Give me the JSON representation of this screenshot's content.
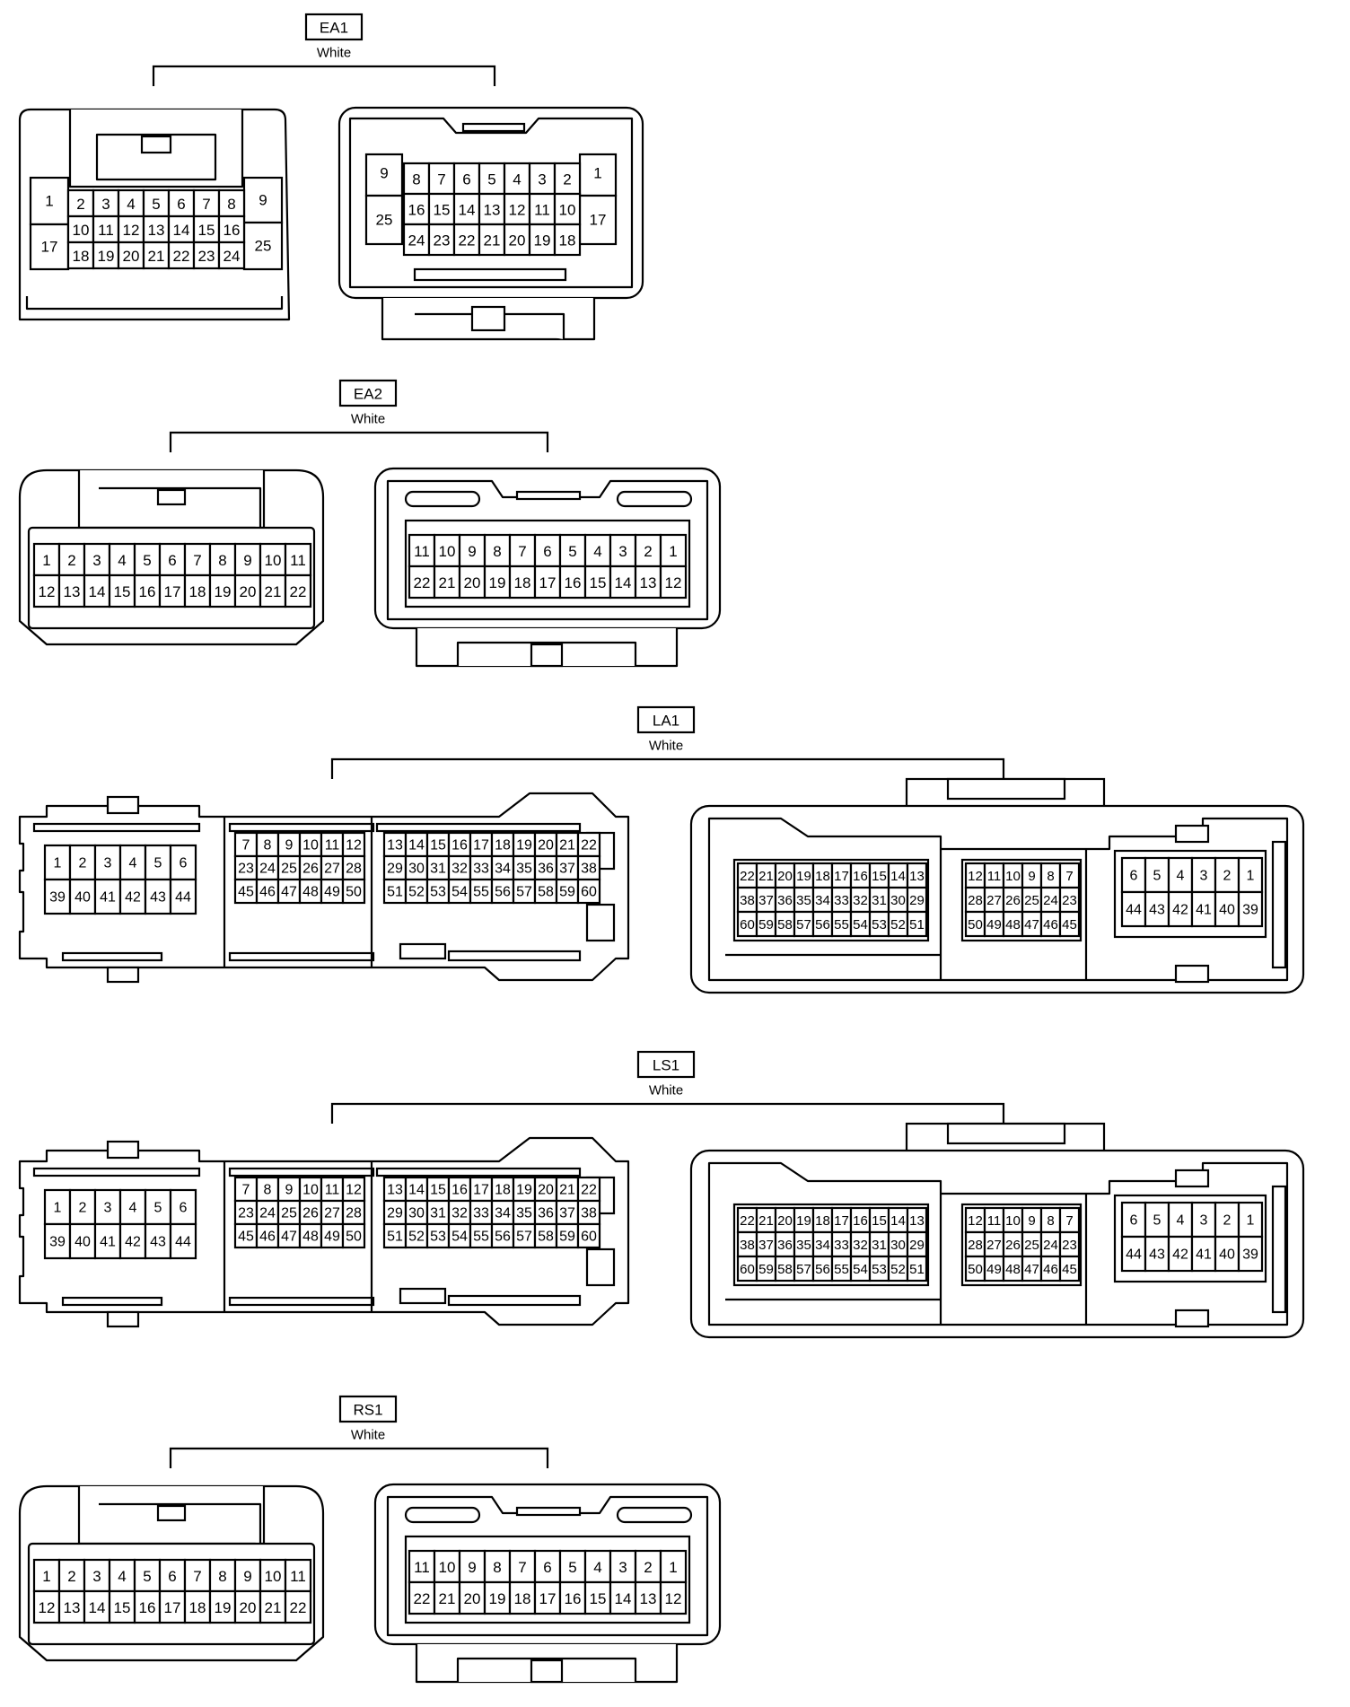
{
  "connectors": [
    {
      "id": "EA1",
      "color": "White",
      "views": [
        {
          "style": "ea1_male",
          "pins": [
            [
              "1",
              null,
              null,
              null,
              null,
              null,
              null,
              null,
              null,
              "9"
            ],
            [
              null,
              "2",
              "3",
              "4",
              "5",
              "6",
              "7",
              "8",
              null,
              null
            ],
            [
              "17",
              "10",
              "11",
              "12",
              "13",
              "14",
              "15",
              "16",
              "25",
              null
            ],
            [
              null,
              "18",
              "19",
              "20",
              "21",
              "22",
              "23",
              "24",
              null,
              null
            ]
          ]
        },
        {
          "style": "ea1_female",
          "pins": [
            [
              "9",
              "8",
              "7",
              "6",
              "5",
              "4",
              "3",
              "2",
              "1"
            ],
            [
              "25",
              "16",
              "15",
              "14",
              "13",
              "12",
              "11",
              "10",
              "17"
            ],
            [
              null,
              "24",
              "23",
              "22",
              "21",
              "20",
              "19",
              "18",
              null
            ]
          ]
        }
      ]
    },
    {
      "id": "EA2",
      "color": "White",
      "views": [
        {
          "style": "std_male",
          "pins": [
            [
              "1",
              "2",
              "3",
              "4",
              "5",
              "6",
              "7",
              "8",
              "9",
              "10",
              "11"
            ],
            [
              "12",
              "13",
              "14",
              "15",
              "16",
              "17",
              "18",
              "19",
              "20",
              "21",
              "22"
            ]
          ]
        },
        {
          "style": "std_female",
          "pins": [
            [
              "11",
              "10",
              "9",
              "8",
              "7",
              "6",
              "5",
              "4",
              "3",
              "2",
              "1"
            ],
            [
              "22",
              "21",
              "20",
              "19",
              "18",
              "17",
              "16",
              "15",
              "14",
              "13",
              "12"
            ]
          ]
        }
      ]
    },
    {
      "id": "LA1",
      "color": "White",
      "views": [
        {
          "style": "ecu_male",
          "blocks": [
            [
              [
                "1",
                "2",
                "3",
                "4",
                "5",
                "6"
              ],
              [
                "39",
                "40",
                "41",
                "42",
                "43",
                "44"
              ]
            ],
            [
              [
                "7",
                "8",
                "9",
                "10",
                "11",
                "12"
              ],
              [
                "23",
                "24",
                "25",
                "26",
                "27",
                "28"
              ],
              [
                "45",
                "46",
                "47",
                "48",
                "49",
                "50"
              ]
            ],
            [
              [
                "13",
                "14",
                "15",
                "16",
                "17",
                "18",
                "19",
                "20",
                "21",
                "22"
              ],
              [
                "29",
                "30",
                "31",
                "32",
                "33",
                "34",
                "35",
                "36",
                "37",
                "38"
              ],
              [
                "51",
                "52",
                "53",
                "54",
                "55",
                "56",
                "57",
                "58",
                "59",
                "60"
              ]
            ]
          ]
        },
        {
          "style": "ecu_female",
          "blocks": [
            [
              [
                "22",
                "21",
                "20",
                "19",
                "18",
                "17",
                "16",
                "15",
                "14",
                "13"
              ],
              [
                "38",
                "37",
                "36",
                "35",
                "34",
                "33",
                "32",
                "31",
                "30",
                "29"
              ],
              [
                "60",
                "59",
                "58",
                "57",
                "56",
                "55",
                "54",
                "53",
                "52",
                "51"
              ]
            ],
            [
              [
                "12",
                "11",
                "10",
                "9",
                "8",
                "7"
              ],
              [
                "28",
                "27",
                "26",
                "25",
                "24",
                "23"
              ],
              [
                "50",
                "49",
                "48",
                "47",
                "46",
                "45"
              ]
            ],
            [
              [
                "6",
                "5",
                "4",
                "3",
                "2",
                "1"
              ],
              [
                "44",
                "43",
                "42",
                "41",
                "40",
                "39"
              ]
            ]
          ]
        }
      ]
    },
    {
      "id": "LS1",
      "color": "White",
      "views": [
        {
          "style": "ecu_male",
          "blocks": [
            [
              [
                "1",
                "2",
                "3",
                "4",
                "5",
                "6"
              ],
              [
                "39",
                "40",
                "41",
                "42",
                "43",
                "44"
              ]
            ],
            [
              [
                "7",
                "8",
                "9",
                "10",
                "11",
                "12"
              ],
              [
                "23",
                "24",
                "25",
                "26",
                "27",
                "28"
              ],
              [
                "45",
                "46",
                "47",
                "48",
                "49",
                "50"
              ]
            ],
            [
              [
                "13",
                "14",
                "15",
                "16",
                "17",
                "18",
                "19",
                "20",
                "21",
                "22"
              ],
              [
                "29",
                "30",
                "31",
                "32",
                "33",
                "34",
                "35",
                "36",
                "37",
                "38"
              ],
              [
                "51",
                "52",
                "53",
                "54",
                "55",
                "56",
                "57",
                "58",
                "59",
                "60"
              ]
            ]
          ]
        },
        {
          "style": "ecu_female",
          "blocks": [
            [
              [
                "22",
                "21",
                "20",
                "19",
                "18",
                "17",
                "16",
                "15",
                "14",
                "13"
              ],
              [
                "38",
                "37",
                "36",
                "35",
                "34",
                "33",
                "32",
                "31",
                "30",
                "29"
              ],
              [
                "60",
                "59",
                "58",
                "57",
                "56",
                "55",
                "54",
                "53",
                "52",
                "51"
              ]
            ],
            [
              [
                "12",
                "11",
                "10",
                "9",
                "8",
                "7"
              ],
              [
                "28",
                "27",
                "26",
                "25",
                "24",
                "23"
              ],
              [
                "50",
                "49",
                "48",
                "47",
                "46",
                "45"
              ]
            ],
            [
              [
                "6",
                "5",
                "4",
                "3",
                "2",
                "1"
              ],
              [
                "44",
                "43",
                "42",
                "41",
                "40",
                "39"
              ]
            ]
          ]
        }
      ]
    },
    {
      "id": "RS1",
      "color": "White",
      "views": [
        {
          "style": "std_male",
          "pins": [
            [
              "1",
              "2",
              "3",
              "4",
              "5",
              "6",
              "7",
              "8",
              "9",
              "10",
              "11"
            ],
            [
              "12",
              "13",
              "14",
              "15",
              "16",
              "17",
              "18",
              "19",
              "20",
              "21",
              "22"
            ]
          ]
        },
        {
          "style": "std_female",
          "pins": [
            [
              "11",
              "10",
              "9",
              "8",
              "7",
              "6",
              "5",
              "4",
              "3",
              "2",
              "1"
            ],
            [
              "22",
              "21",
              "20",
              "19",
              "18",
              "17",
              "16",
              "15",
              "14",
              "13",
              "12"
            ]
          ]
        }
      ]
    }
  ]
}
